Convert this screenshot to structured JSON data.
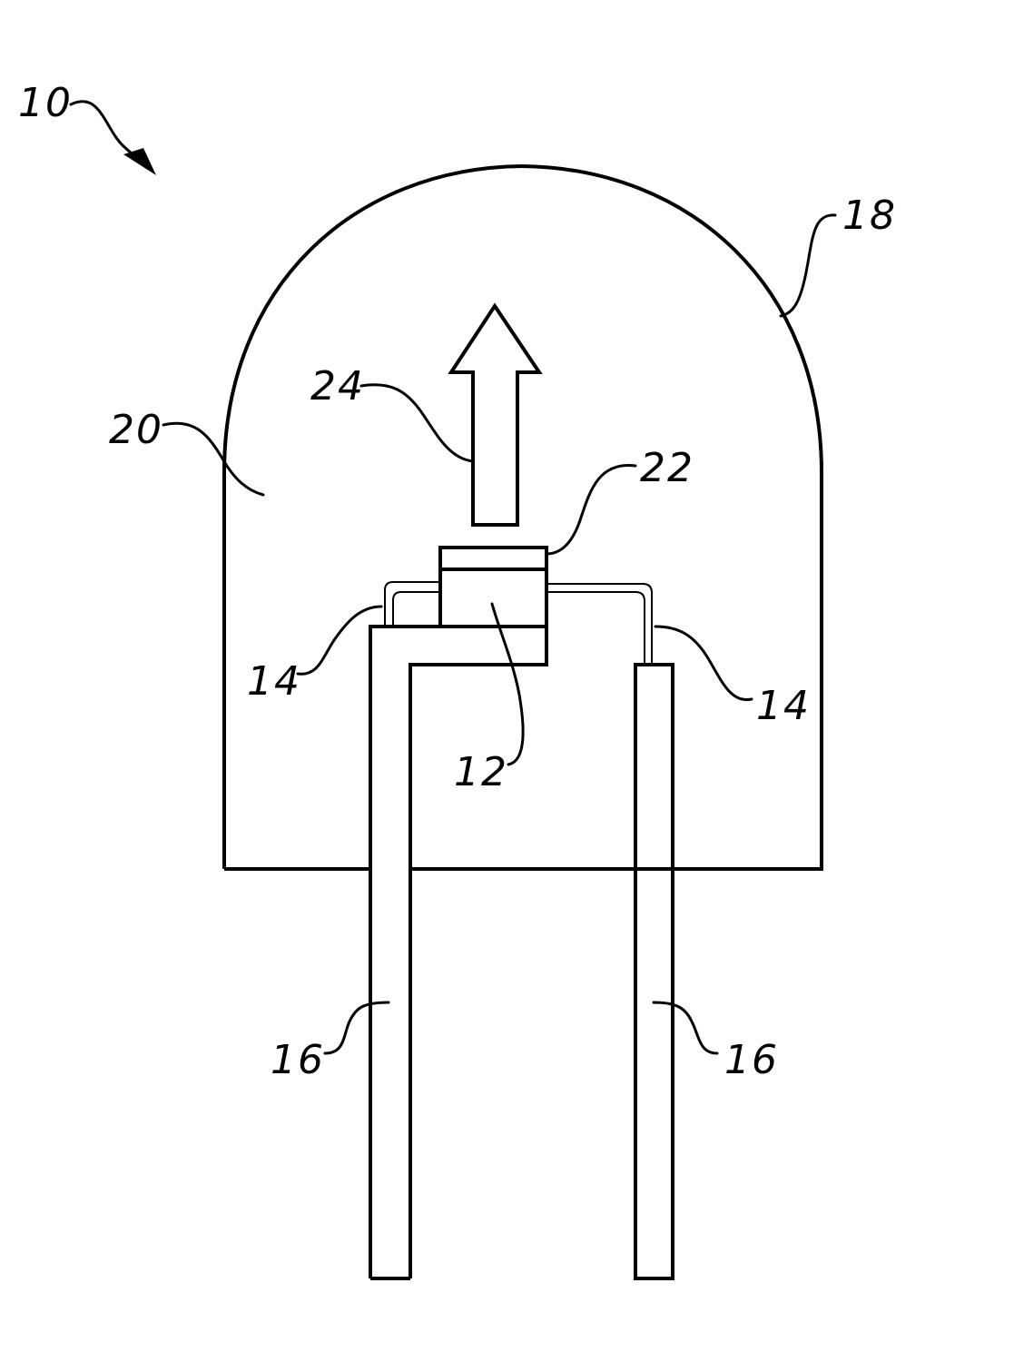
{
  "labels": {
    "device": "10",
    "encapsulant": "18",
    "encapsulant_inner": "20",
    "light_arrow": "24",
    "layer_top": "22",
    "wire_left": "14",
    "wire_right": "14",
    "chip": "12",
    "lead_left": "16",
    "lead_right": "16"
  },
  "colors": {
    "line": "#000000",
    "background": "#ffffff"
  }
}
